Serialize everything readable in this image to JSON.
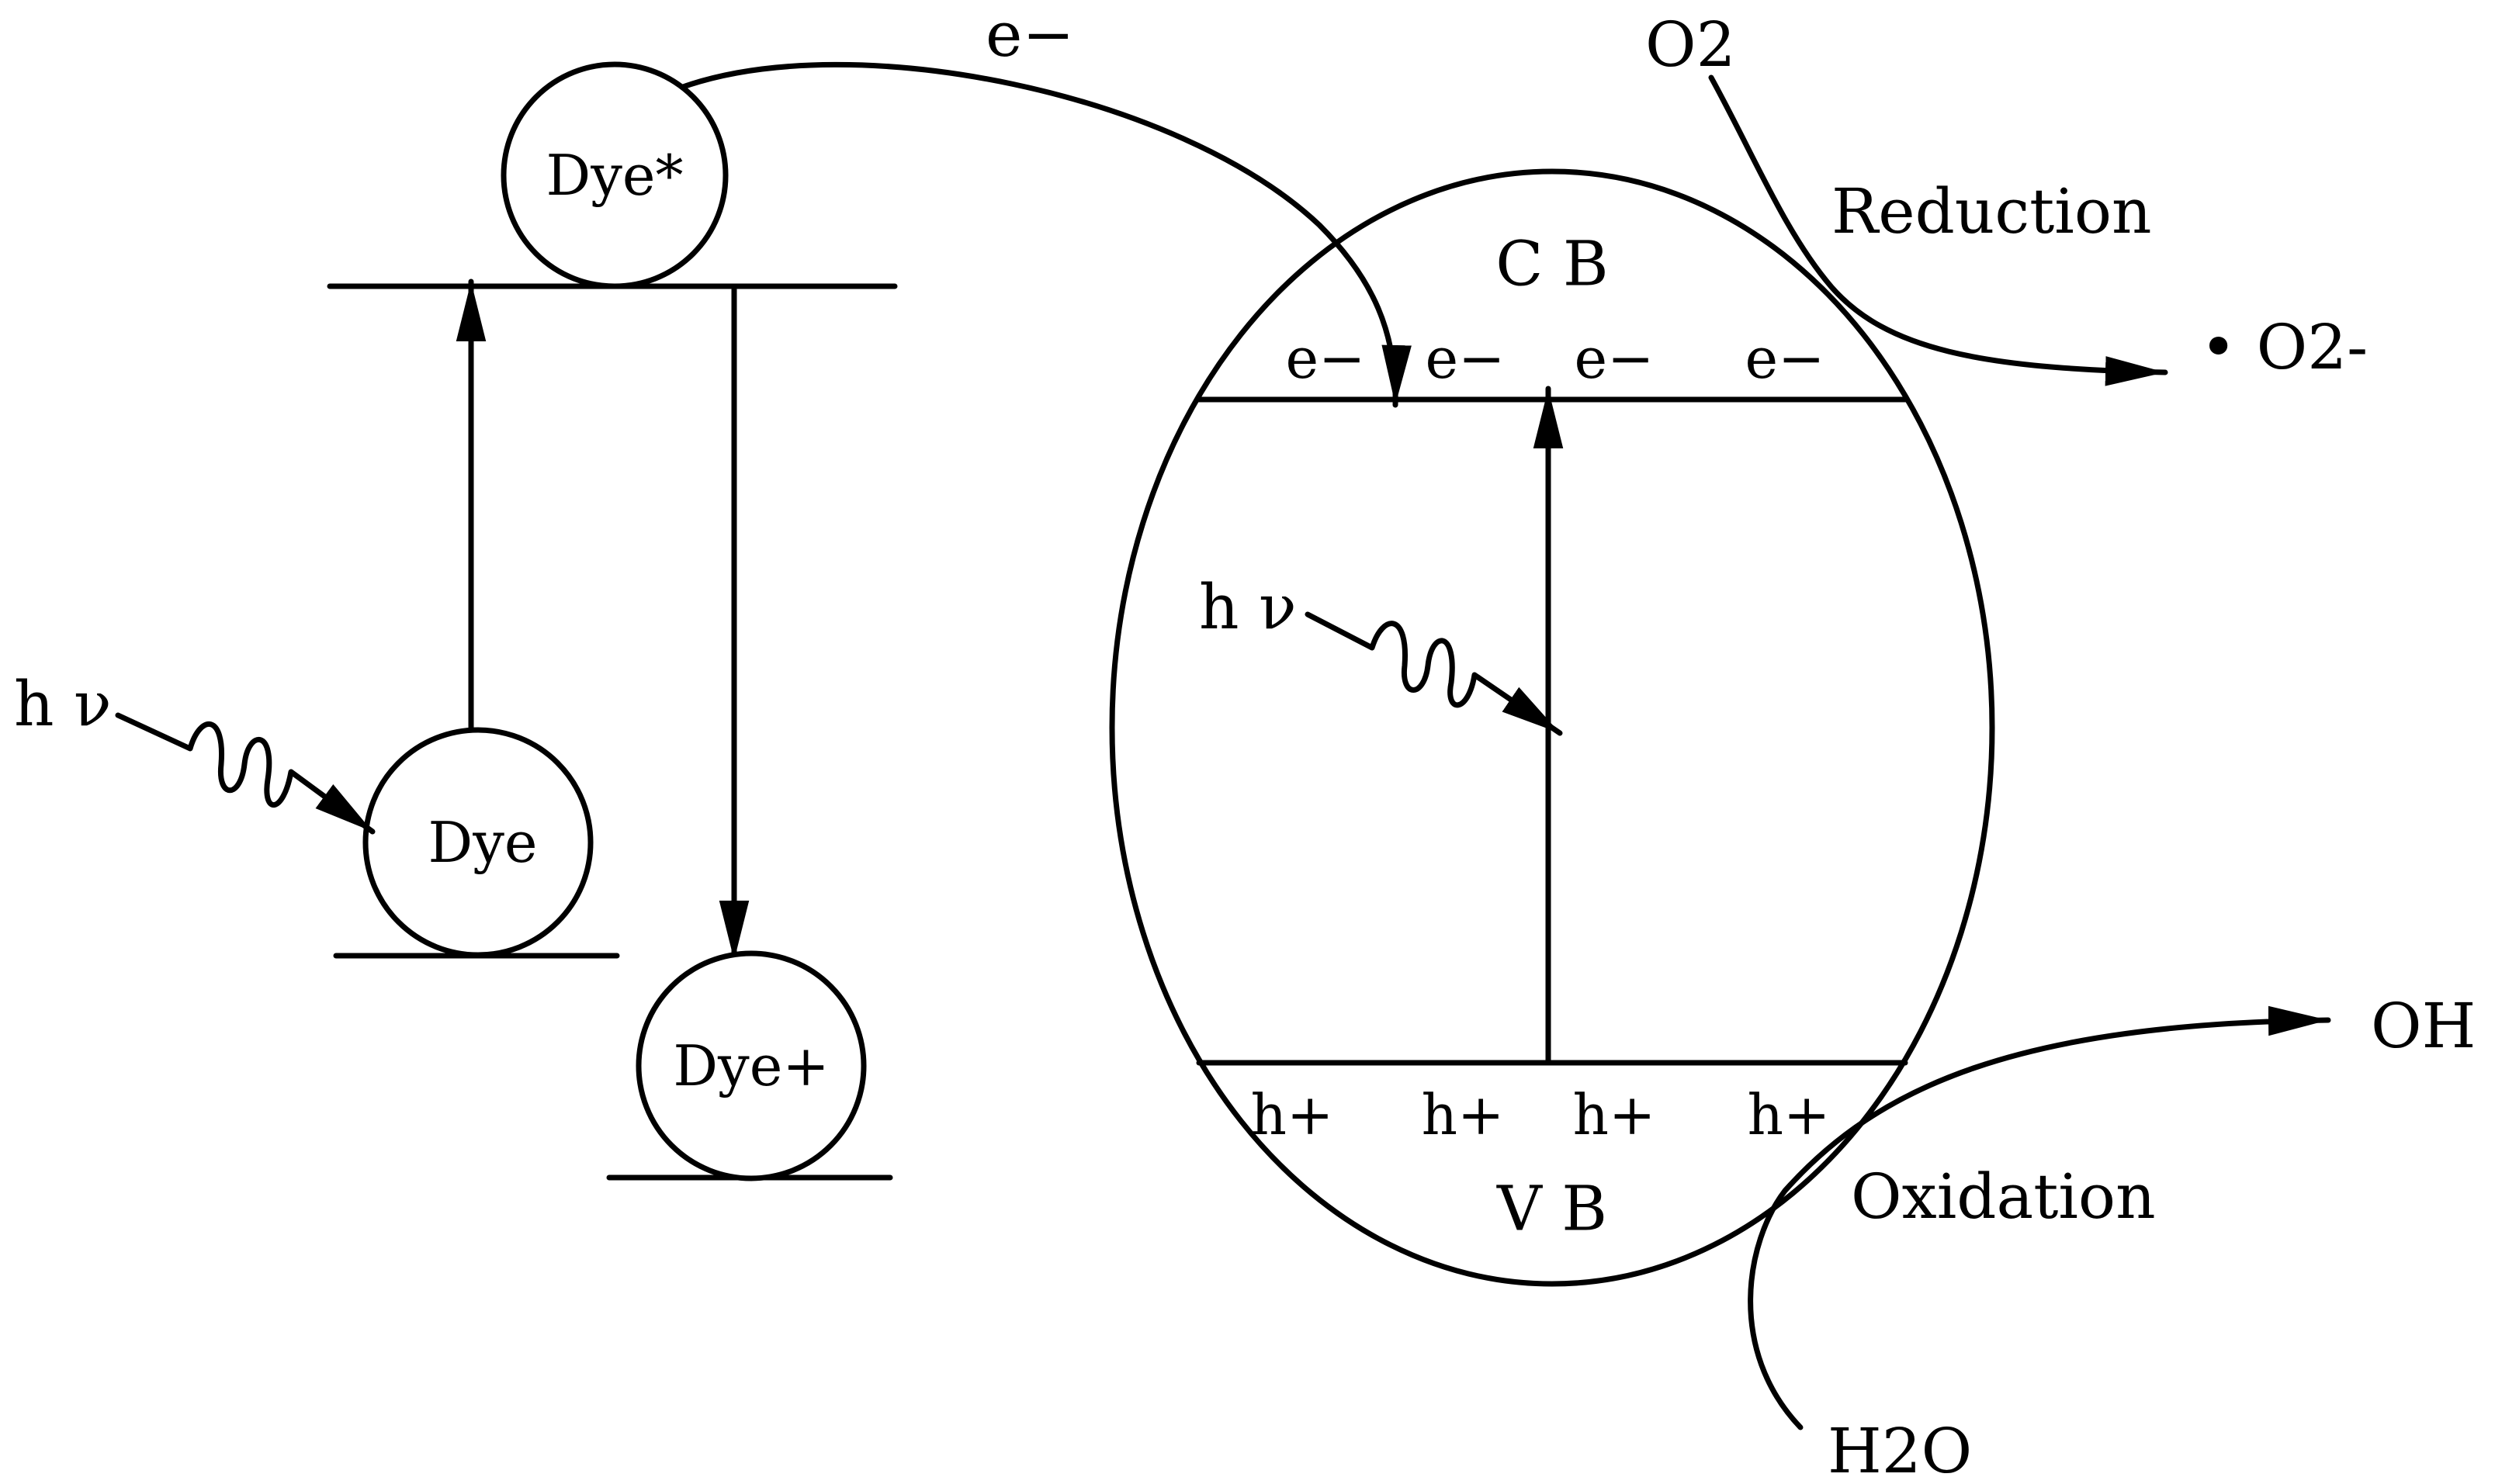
{
  "labels": {
    "dye_excited": "Dye*",
    "dye_ground": "Dye",
    "dye_oxidized": "Dye+",
    "hv_left": "h ν",
    "hv_right": "h ν",
    "transfer_electron": "e−",
    "conduction_band": "C B",
    "valence_band": "V B",
    "electrons": [
      "e−",
      "e−",
      "e−",
      "e−"
    ],
    "holes": [
      "h+",
      "h+",
      "h+",
      "h+"
    ],
    "o2": "O2",
    "reduction": "Reduction",
    "superoxide": "• O2-",
    "hydroxyl": "OH •",
    "oxidation": "Oxidation",
    "water": "H2O"
  }
}
